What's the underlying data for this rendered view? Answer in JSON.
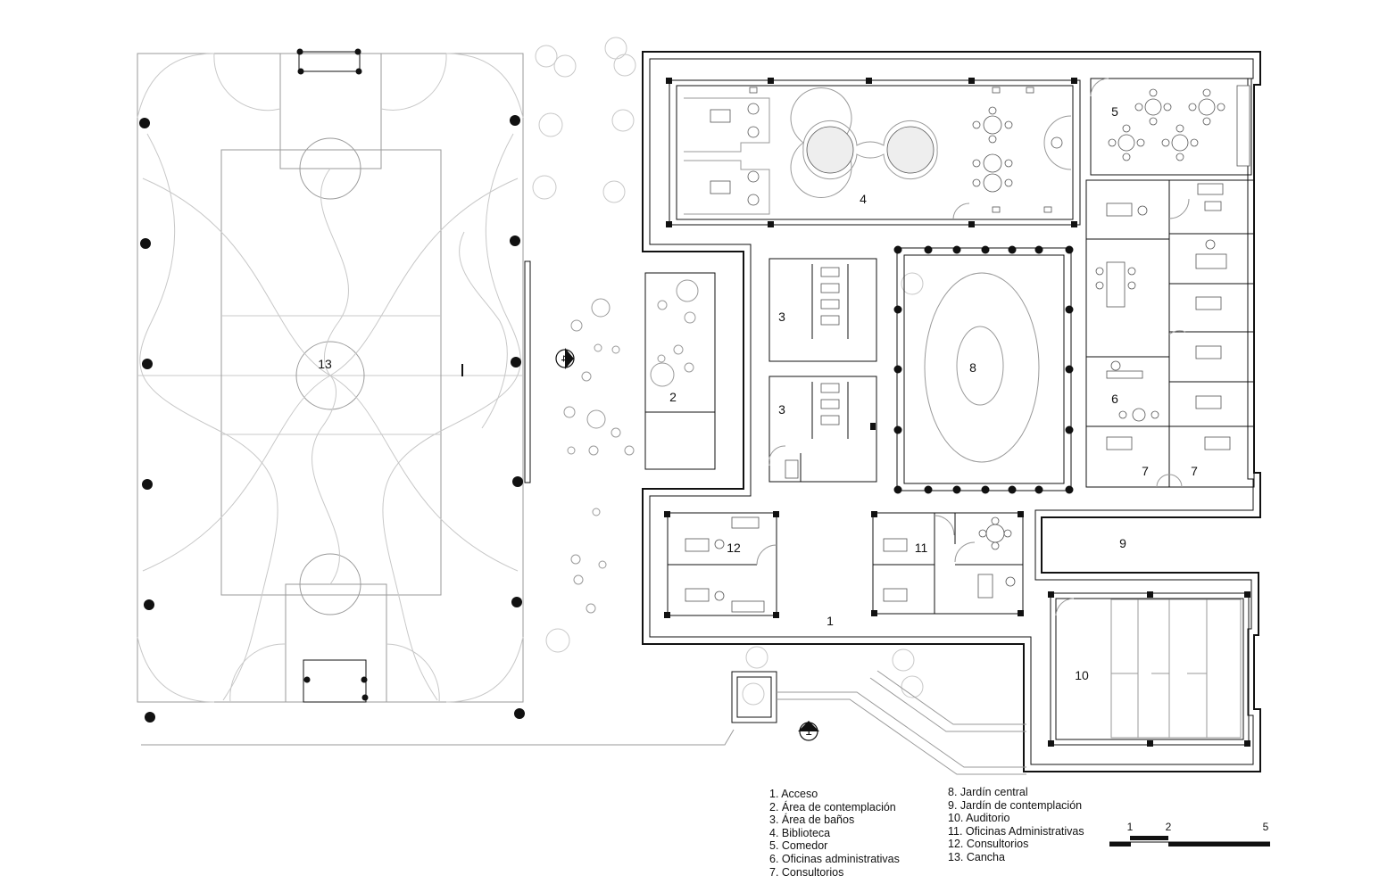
{
  "rooms": {
    "r1": "1",
    "r2": "2",
    "r3a": "3",
    "r3b": "3",
    "r4": "4",
    "r5": "5",
    "r6": "6",
    "r7a": "7",
    "r7b": "7",
    "r8": "8",
    "r9": "9",
    "r10": "10",
    "r11": "11",
    "r12": "12",
    "r13": "13"
  },
  "section_markers": {
    "a": "4",
    "b": "1"
  },
  "legend": {
    "left": [
      "1.  Acceso",
      "2.  Área de contemplación",
      "3.  Área de baños",
      "4.  Biblioteca",
      "5.  Comedor",
      "6.  Oficinas administrativas",
      "7.  Consultorios"
    ],
    "right": [
      "8. Jardín central",
      "9. Jardín de contemplación",
      "10. Auditorio",
      "11. Oficinas Administrativas",
      "12. Consultorios",
      "13. Cancha"
    ]
  },
  "scale": {
    "labels": [
      "1",
      "2",
      "5"
    ]
  }
}
